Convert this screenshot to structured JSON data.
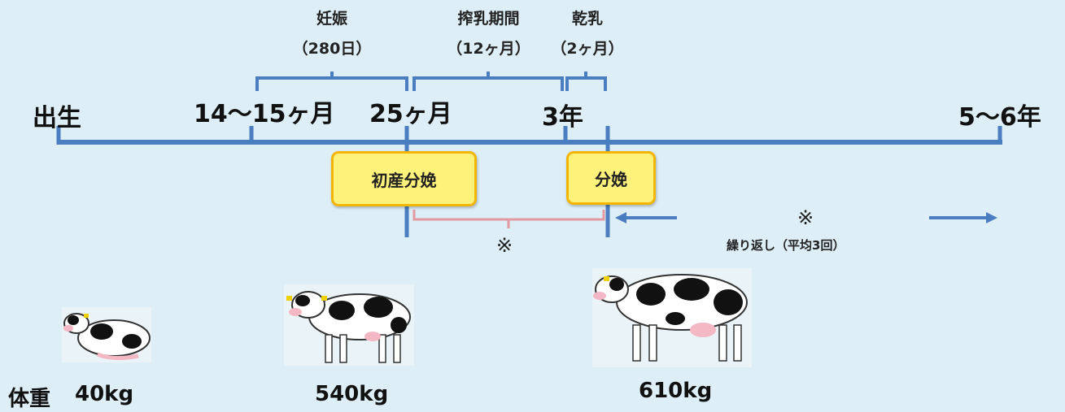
{
  "milestones": {
    "birth": "出生",
    "first_insemination": "14～15ヶ月",
    "first_calving": "25ヶ月",
    "three_years": "3年",
    "culling": "5～6年"
  },
  "periods": {
    "pregnancy": {
      "label": "妊娠",
      "duration": "（280日）"
    },
    "milking": {
      "label": "搾乳期間",
      "duration": "（12ヶ月）"
    },
    "dry": {
      "label": "乾乳",
      "duration": "（2ヶ月）"
    }
  },
  "events": {
    "first_calving": "初産分娩",
    "calving": "分娩"
  },
  "interval_mark": "※",
  "repeat": {
    "mark": "※",
    "label": "繰り返し（平均3回）"
  },
  "weights": {
    "label": "体重",
    "calf": "40kg",
    "heifer": "540kg",
    "adult": "610kg"
  },
  "colors": {
    "background": "#deeef6",
    "timeline": "#4a7ec0",
    "event_fill": "#fff27a",
    "event_border": "#f2b500",
    "interval_bracket": "#e29aa0"
  }
}
